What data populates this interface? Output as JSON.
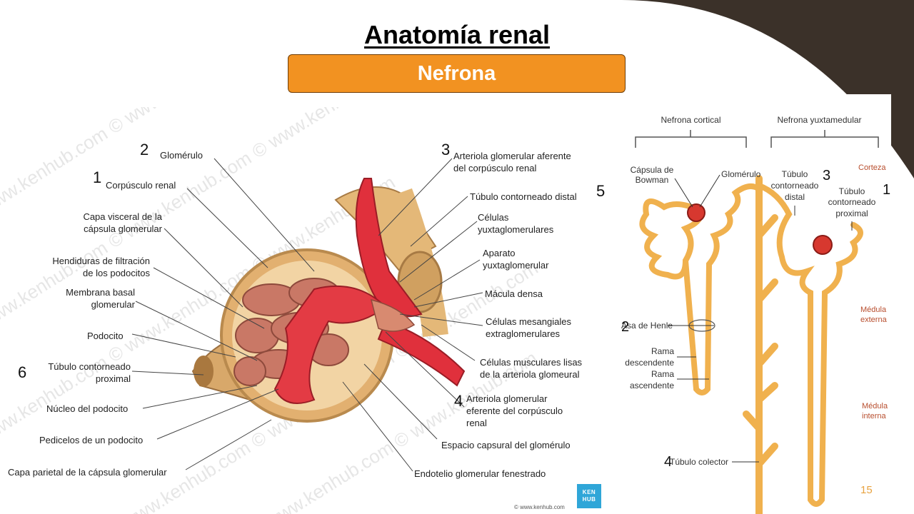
{
  "slide": {
    "title": "Anatomía renal",
    "banner": "Nefrona",
    "page_number": "15"
  },
  "colors": {
    "banner_orange": "#f29221",
    "dark_corner": "#3b3129",
    "tubule_orange": "#f0b14e",
    "capsule_tan": "#d4a366",
    "vessel_red": "#e0303c",
    "glomerulus_pink": "#c97866",
    "zone_label": "#b84e2e",
    "page_number": "#e8a341"
  },
  "glomerulus_figure": {
    "left_labels": [
      "Glomérulo",
      "Corpúsculo renal",
      "Capa visceral de la",
      "cápsula glomerular",
      "Hendiduras de filtración",
      "de los podocitos",
      "Membrana basal",
      "glomerular",
      "Podocito",
      "Túbulo contorneado",
      "proximal",
      "Núcleo del podocito",
      "Pedicelos de un podocito",
      "Capa parietal de la cápsula glomerular"
    ],
    "right_labels": [
      "Arteriola glomerular aferente",
      "del corpúsculo renal",
      "Túbulo contorneado distal",
      "Células",
      "yuxtaglomerulares",
      "Aparato",
      "yuxtaglomerular",
      "Mácula densa",
      "Células mesangiales",
      "extraglomerulares",
      "Células musculares lisas",
      "de la arteriola glomeural",
      "Arteriola glomerular",
      "eferente del corpúsculo",
      "renal",
      "Espacio capsural del glomérulo",
      "Endotelio glomerular fenestrado"
    ],
    "numbers": [
      "2",
      "1",
      "3",
      "5",
      "6",
      "4"
    ],
    "watermark": "www.kenhub.com ©",
    "logo_text": [
      "KEN",
      "HUB"
    ],
    "credit": "© www.kenhub.com"
  },
  "nephron_figure": {
    "headers": [
      "Nefrona cortical",
      "Nefrona yuxtamedular"
    ],
    "labels": [
      "Cápsula de",
      "Bowman",
      "Glomérulo",
      "Túbulo",
      "contorneado",
      "distal",
      "Túbulo",
      "contorneado",
      "proximal",
      "Asa de Henle",
      "Rama",
      "descendente",
      "Rama",
      "ascendente",
      "Túbulo colector"
    ],
    "zones": [
      "Corteza",
      "Médula",
      "externa",
      "Médula",
      "interna"
    ],
    "numbers": [
      "3",
      "1",
      "2",
      "4"
    ]
  }
}
